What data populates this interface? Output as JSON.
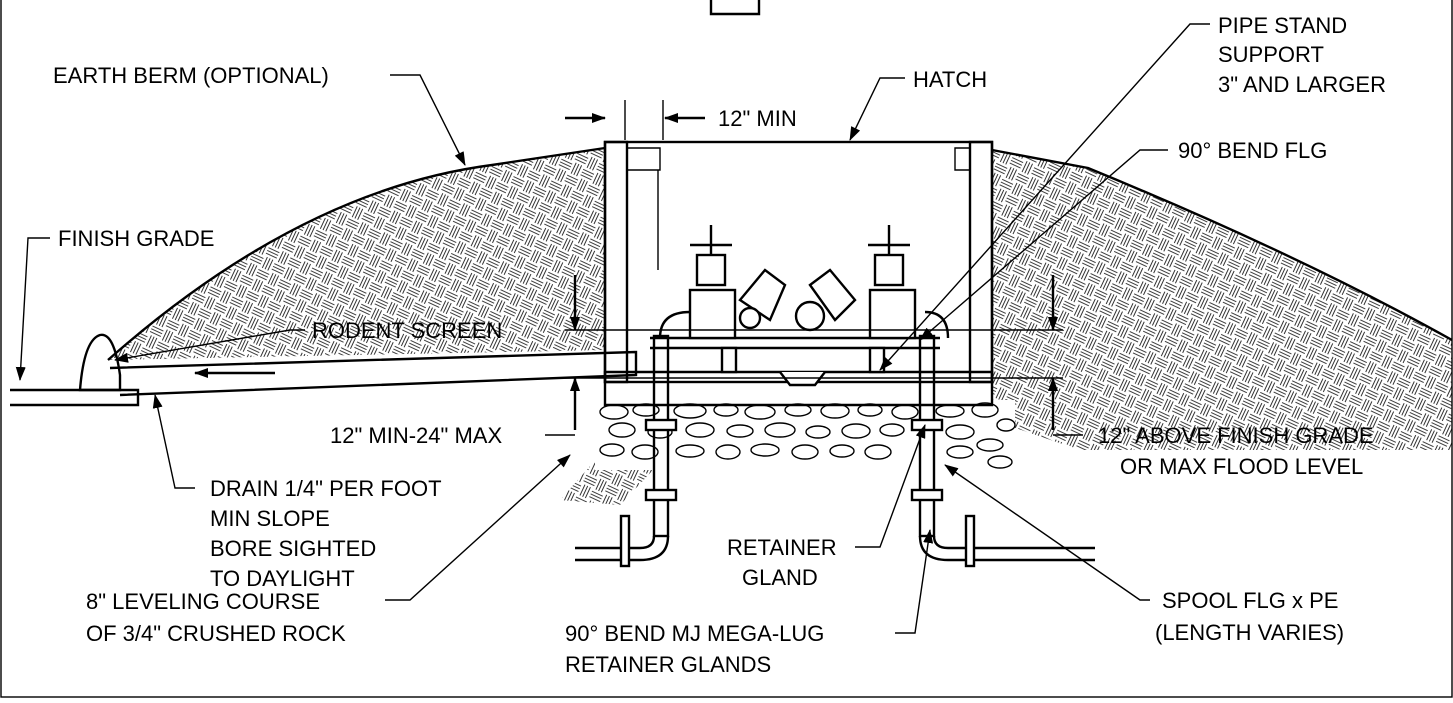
{
  "labels": {
    "earth_berm": "EARTH BERM (OPTIONAL)",
    "hatch": "HATCH",
    "min_12": "12\" MIN",
    "pipe_stand_1": "PIPE STAND",
    "pipe_stand_2": "SUPPORT",
    "pipe_stand_3": "3\" AND LARGER",
    "bend_flg": "90° BEND FLG",
    "finish_grade": "FINISH GRADE",
    "rodent_screen": "RODENT SCREEN",
    "min_max": "12\" MIN-24\" MAX",
    "above_grade_1": "12\" ABOVE FINISH GRADE",
    "above_grade_2": "OR MAX FLOOD LEVEL",
    "drain_1": "DRAIN 1/4\" PER FOOT",
    "drain_2": "MIN SLOPE",
    "drain_3": "BORE SIGHTED",
    "drain_4": "TO DAYLIGHT",
    "retainer_1": "RETAINER",
    "retainer_2": "GLAND",
    "spool_1": "SPOOL FLG x PE",
    "spool_2": "(LENGTH VARIES)",
    "leveling_1": "8\" LEVELING COURSE",
    "leveling_2": "OF 3/4\" CRUSHED ROCK",
    "megalug_1": "90° BEND MJ MEGA-LUG",
    "megalug_2": "RETAINER GLANDS"
  }
}
